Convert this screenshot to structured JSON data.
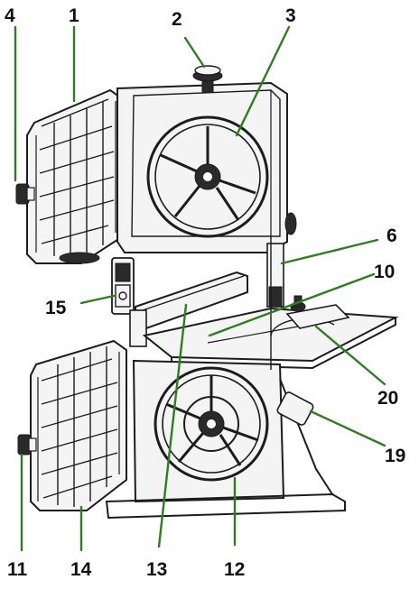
{
  "diagram": {
    "callout_color": "#2e7d1f",
    "line_color": "#1c1c1c",
    "labels": [
      {
        "id": "4",
        "text": "4"
      },
      {
        "id": "1",
        "text": "1"
      },
      {
        "id": "2",
        "text": "2"
      },
      {
        "id": "3",
        "text": "3"
      },
      {
        "id": "6",
        "text": "6"
      },
      {
        "id": "10",
        "text": "10"
      },
      {
        "id": "15",
        "text": "15"
      },
      {
        "id": "20",
        "text": "20"
      },
      {
        "id": "19",
        "text": "19"
      },
      {
        "id": "11",
        "text": "11"
      },
      {
        "id": "14",
        "text": "14"
      },
      {
        "id": "13",
        "text": "13"
      },
      {
        "id": "12",
        "text": "12"
      }
    ]
  }
}
